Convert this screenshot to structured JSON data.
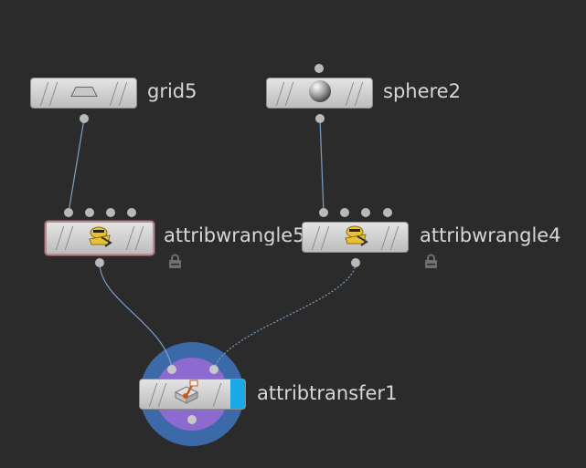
{
  "nodes": {
    "grid": {
      "label": "grid5",
      "icon": "grid-plane-icon"
    },
    "sphere": {
      "label": "sphere2",
      "icon": "sphere-icon"
    },
    "wrangle_a": {
      "label": "attribwrangle5",
      "icon": "attribwrangle-icon",
      "selected": true
    },
    "wrangle_b": {
      "label": "attribwrangle4",
      "icon": "attribwrangle-icon"
    },
    "transfer": {
      "label": "attribtransfer1",
      "icon": "attribtransfer-icon",
      "display_flag": true
    }
  },
  "colors": {
    "background": "#2b2b2b",
    "wire": "#7d9fc6",
    "display_flag": "#19a9e6",
    "selection_ring": "#b88a90",
    "output_halo_outer": "#3c6aa8",
    "output_halo_inner": "#8c6ad0"
  }
}
